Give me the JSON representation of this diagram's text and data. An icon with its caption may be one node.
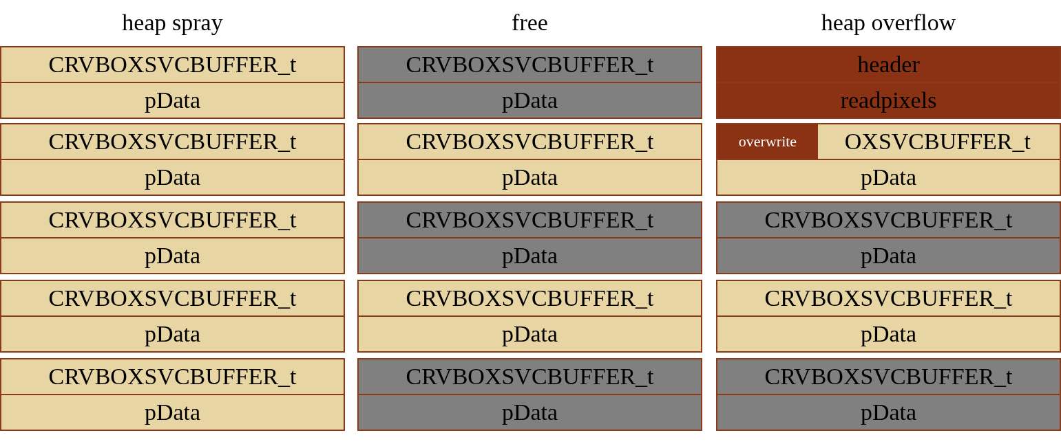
{
  "diagram": {
    "nodes": [
      {
        "text": [
          "CRVBOXSVCBUFFER_t"
        ]
      },
      {
        "text": [
          "pData"
        ]
      },
      {
        "text": [
          "CRVBOXSVCBUFFER_t"
        ]
      },
      {
        "text": [
          "pData"
        ]
      },
      {
        "text": [
          "CRVBOXSVCBUFFER_t"
        ]
      },
      {
        "text": [
          "pData"
        ]
      },
      {
        "text": [
          "CRVBOXSVCBUFFER_t"
        ]
      },
      {
        "text": [
          "pData"
        ]
      },
      {
        "text": [
          "CRVBOXSVCBUFFER_t"
        ]
      },
      {
        "text": [
          "pData"
        ]
      },
      {
        "text": [
          "CRVBOXSVCBUFFER_t"
        ]
      },
      {
        "text": [
          "pData"
        ]
      },
      {
        "text": [
          "CRVBOXSVCBUFFER_t"
        ]
      },
      {
        "text": [
          "pData"
        ]
      },
      {
        "text": [
          "CRVBOXSVCBUFFER_t"
        ]
      },
      {
        "text": [
          "pData"
        ]
      },
      {
        "text": [
          "CRVBOXSVCBUFFER_t"
        ]
      },
      {
        "text": [
          "pData"
        ]
      },
      {
        "text": [
          "CRVBOXSVCBUFFER_t"
        ]
      },
      {
        "text": [
          "pData"
        ]
      },
      {
        "text": [
          "header"
        ]
      },
      {
        "text": [
          "readpixels"
        ]
      },
      {
        "text": [
          "OXSVCBUFFER_t"
        ]
      },
      {
        "text": [
          "overwrite"
        ],
        "in": 22
      },
      {
        "text": [
          "pData"
        ]
      },
      {
        "text": [
          "CRVBOXSVCBUFFER_t"
        ]
      },
      {
        "text": [
          "pData"
        ]
      },
      {
        "text": [
          "CRVBOXSVCBUFFER_t"
        ]
      },
      {
        "text": [
          "pData"
        ]
      },
      {
        "text": [
          "CRVBOXSVCBUFFER_t"
        ]
      },
      {
        "text": [
          "pData"
        ]
      }
    ],
    "labels": [
      "heap spray",
      "free",
      "heap overflow"
    ]
  }
}
